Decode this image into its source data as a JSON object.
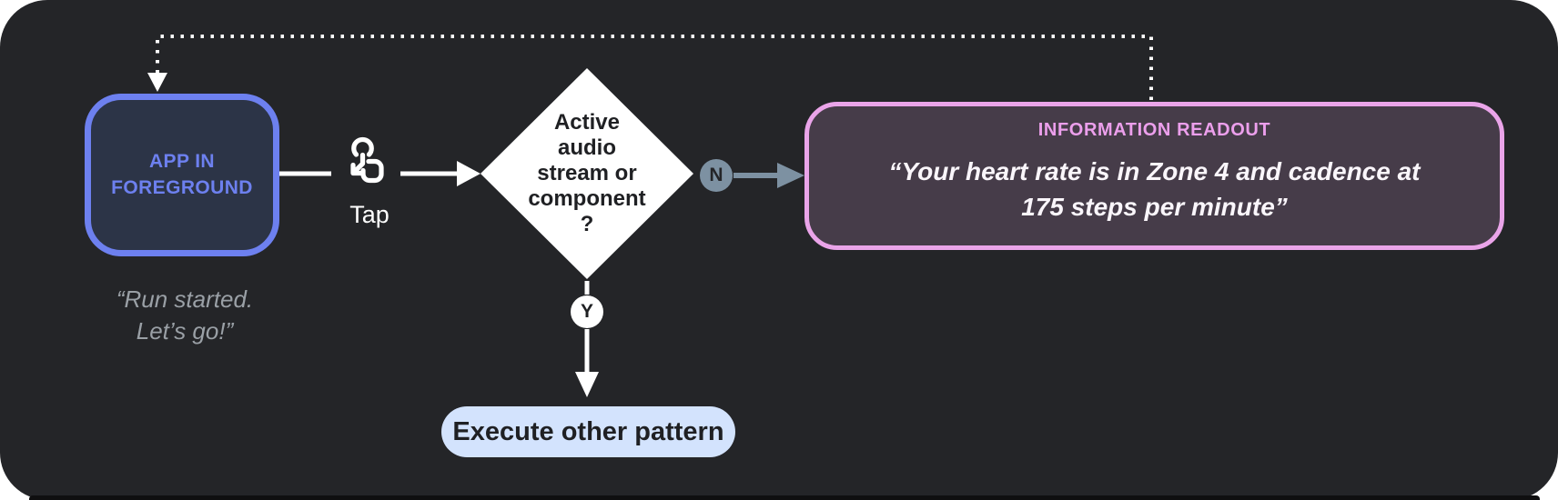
{
  "panel": {
    "background": "#242528",
    "page_background": "#ffffff"
  },
  "colors": {
    "accent_blue": "#6d80ef",
    "node_blue_fill": "#2c3447",
    "accent_pink": "#eaa4e9",
    "readout_fill": "#463c49",
    "slate_gray": "#7d91a2",
    "pill_blue": "#d3e3fd",
    "caption_gray": "#9aa0a6",
    "white": "#ffffff"
  },
  "app_node": {
    "label": "APP IN\nFOREGROUND",
    "caption": "“Run started.\nLet’s go!”"
  },
  "tap": {
    "label": "Tap"
  },
  "icons": {
    "tap": "tap-gesture-icon"
  },
  "decision": {
    "question": "Active\naudio\nstream or\ncomponent\n?"
  },
  "branches": {
    "no": "N",
    "yes": "Y"
  },
  "readout": {
    "title": "INFORMATION READOUT",
    "quote_line1": "“Your heart rate is in Zone 4 and cadence at",
    "quote_line2": "175 steps per minute”"
  },
  "action": {
    "label": "Execute other pattern"
  }
}
